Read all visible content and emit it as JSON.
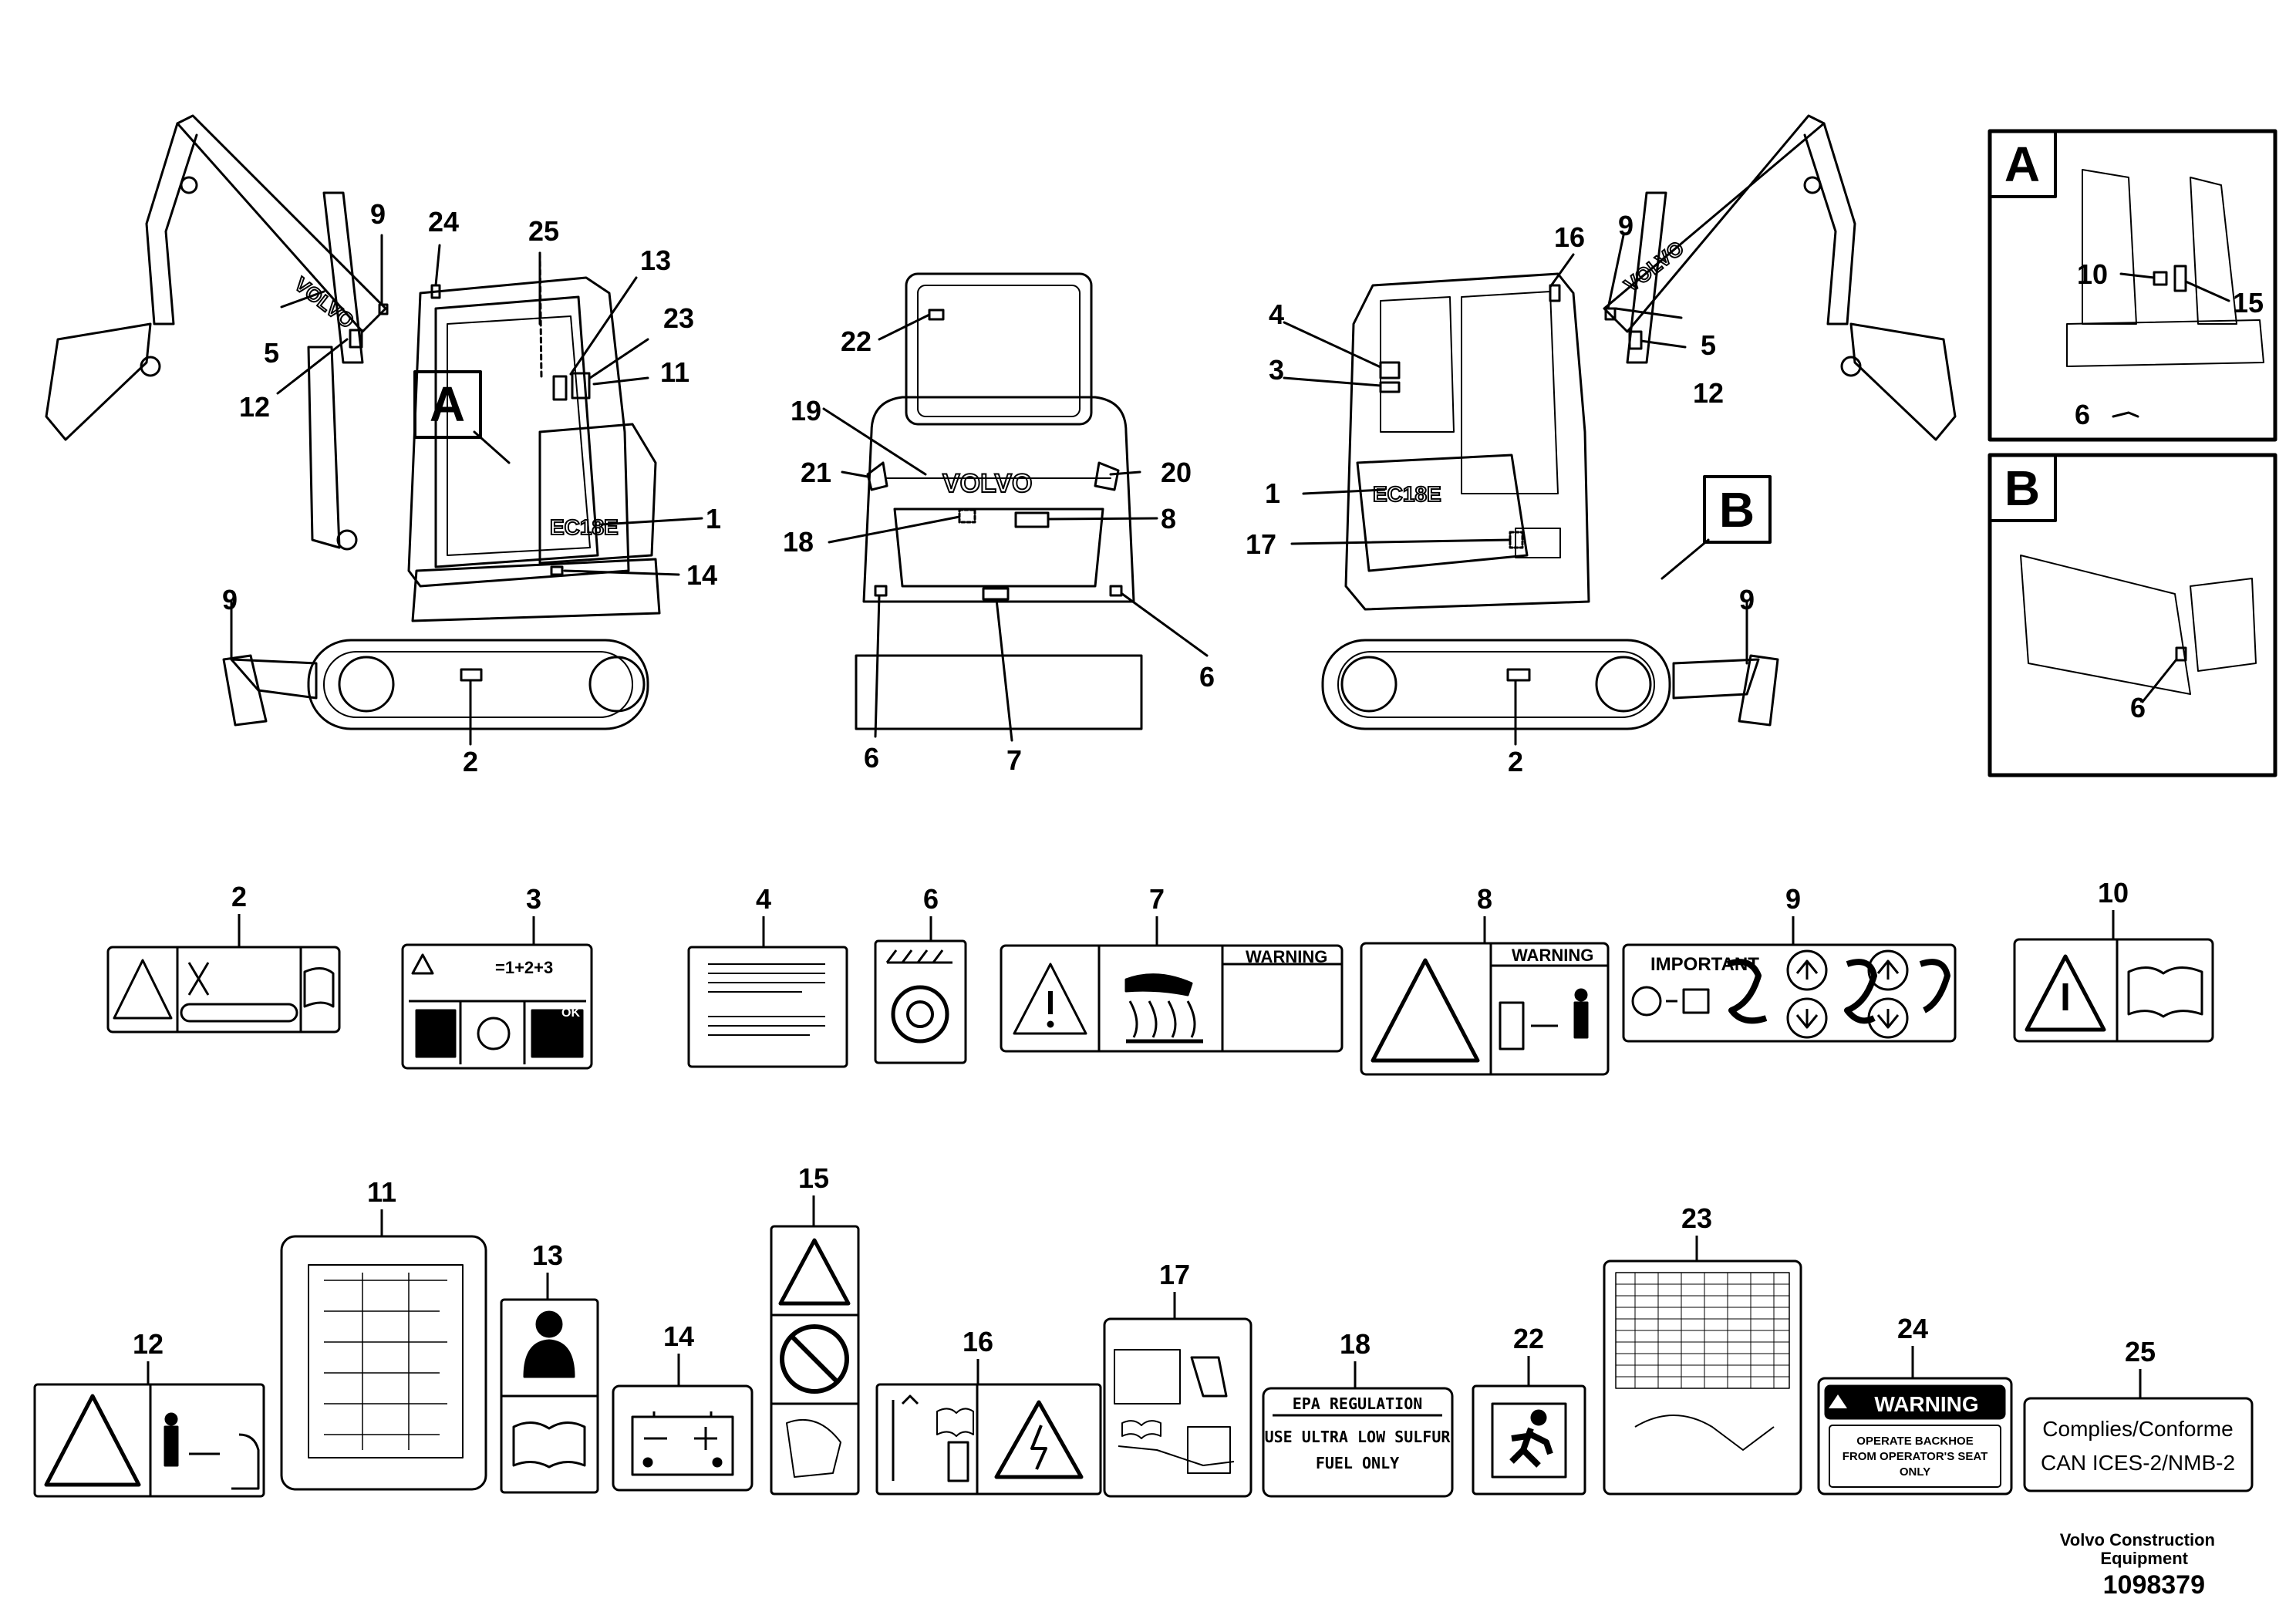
{
  "detail_boxes": [
    {
      "letter": "A",
      "callouts": [
        "10",
        "15",
        "6"
      ]
    },
    {
      "letter": "B",
      "callouts": [
        "6"
      ]
    }
  ],
  "views": {
    "left": {
      "callouts": [
        "9",
        "24",
        "25",
        "13",
        "23",
        "11",
        "5",
        "12",
        "1",
        "14",
        "9",
        "2"
      ],
      "marker": "A",
      "logo": "VOLVO",
      "model": "EC18E"
    },
    "rear": {
      "callouts": [
        "22",
        "19",
        "20",
        "21",
        "8",
        "18",
        "6",
        "7",
        "6"
      ],
      "logo": "VOLVO"
    },
    "right": {
      "callouts": [
        "16",
        "9",
        "4",
        "3",
        "5",
        "12",
        "1",
        "17",
        "9",
        "2"
      ],
      "marker": "B",
      "logo": "VOLVO",
      "model": "EC18E"
    }
  },
  "decals": [
    {
      "id": "2"
    },
    {
      "id": "3",
      "text": "=1+2+3",
      "ok": "OK"
    },
    {
      "id": "4"
    },
    {
      "id": "6"
    },
    {
      "id": "7",
      "header": "WARNING"
    },
    {
      "id": "8",
      "header": "WARNING"
    },
    {
      "id": "9",
      "header": "IMPORTANT"
    },
    {
      "id": "10"
    },
    {
      "id": "11"
    },
    {
      "id": "12"
    },
    {
      "id": "13"
    },
    {
      "id": "14"
    },
    {
      "id": "15"
    },
    {
      "id": "16"
    },
    {
      "id": "17"
    },
    {
      "id": "18",
      "header": "EPA REGULATION",
      "line1": "USE ULTRA LOW SULFUR",
      "line2": "FUEL ONLY"
    },
    {
      "id": "22"
    },
    {
      "id": "23"
    },
    {
      "id": "24",
      "header": "WARNING",
      "line1": "OPERATE BACKHOE",
      "line2": "FROM OPERATOR'S SEAT",
      "line3": "ONLY"
    },
    {
      "id": "25",
      "line1": "Complies/Conforme",
      "line2": "CAN ICES-2/NMB-2"
    }
  ],
  "footer": {
    "company_line1": "Volvo Construction",
    "company_line2": "Equipment",
    "drawing_number": "1098379"
  }
}
